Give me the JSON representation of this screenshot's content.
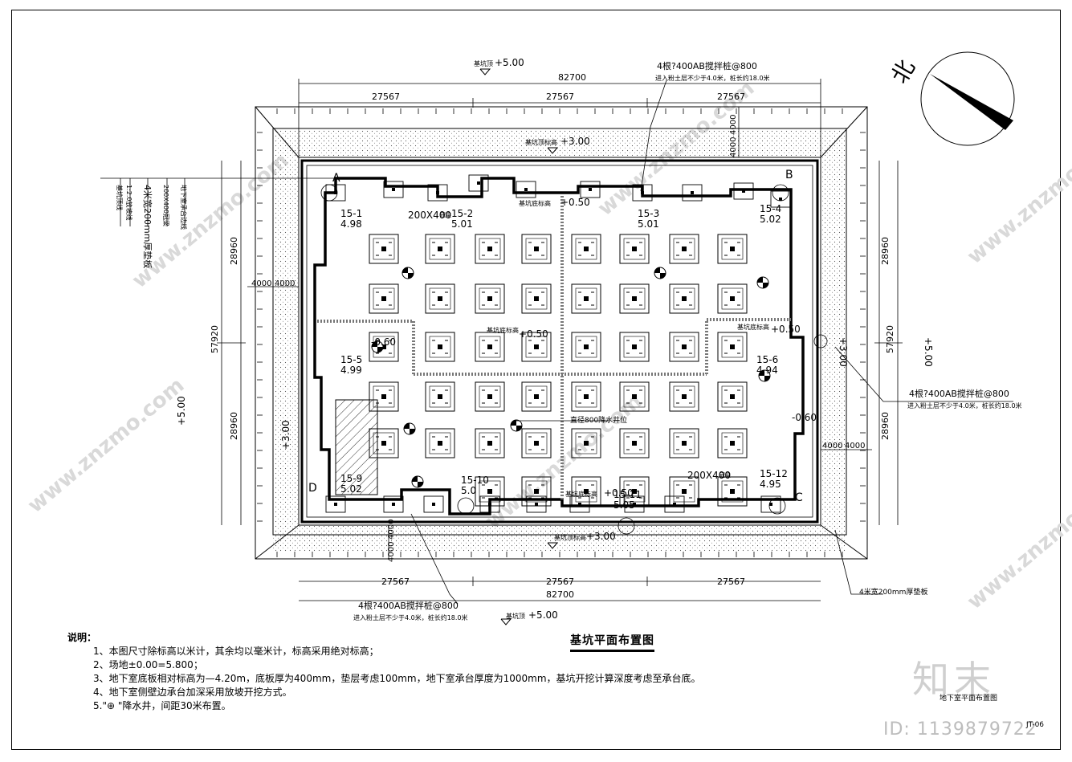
{
  "drawing": {
    "title": "基坑平面布置图",
    "north": "北",
    "dims": {
      "overall_width": "82700",
      "segment": "27567",
      "overall_height": "57920",
      "half_height": "28960",
      "offset": "4000"
    },
    "elevations": {
      "pit_top": "基坑顶",
      "plus500": "+5.00",
      "plus300": "+3.00",
      "plus050": "+0.50",
      "minus060": "-0.60",
      "pit_top_label": "基坑顶标高",
      "pit_bottom_label": "基坑底标高"
    },
    "corners": [
      "A",
      "B",
      "C",
      "D"
    ],
    "pads": [
      {
        "id": "15-1",
        "value": "4.98"
      },
      {
        "id": "15-2",
        "value": "5.01"
      },
      {
        "id": "15-3",
        "value": "5.01"
      },
      {
        "id": "15-4",
        "value": "5.02"
      },
      {
        "id": "15-5",
        "value": "4.99"
      },
      {
        "id": "15-6",
        "value": "4.94"
      },
      {
        "id": "15-9",
        "value": "5.02"
      },
      {
        "id": "15-10",
        "value": "5.0"
      },
      {
        "id": "15-11",
        "value": "5.05"
      },
      {
        "id": "15-12",
        "value": "4.95"
      }
    ],
    "callouts": {
      "anchor_top": "4根?400AB搅拌桩@800",
      "anchor_note": "进入粉土层不少于4.0米，桩长约18.0米",
      "anchor_right": "4根?400AB搅拌桩@800",
      "anchor_bottom": "4根?400AB搅拌桩@800",
      "wall_200": "4米宽200mm厚垫板",
      "beam_200x400": "200X400",
      "beam_suffix": "冠梁",
      "well_800": "直径800降水井位"
    },
    "legend_stack": [
      "基坑顶线",
      "1:2.0放坡线",
      "4米宽200mm厚垫板",
      "200X400冠梁",
      "地下室承台边线"
    ]
  },
  "notes": {
    "heading": "说明：",
    "items": [
      "1、本图尺寸除标高以米计，其余均以毫米计，标高采用绝对标高；",
      "2、场地±0.00=5.800；",
      "3、地下室底板相对标高为—4.20m，底板厚为400mm，垫层考虑100mm，地下室承台厚度为1000mm，基坑开挖计算深度考虑至承台底。",
      "4、地下室侧壁边承台加深采用放坡开挖方式。",
      "5.\"⊕ \"降水井，间距30米布置。"
    ]
  },
  "stamp": {
    "brand": "知末",
    "id": "ID: 1139879722",
    "sheet_name": "地下室平面布置图",
    "sheet_no": "JT-06"
  },
  "watermark": "www.znzmo.com"
}
